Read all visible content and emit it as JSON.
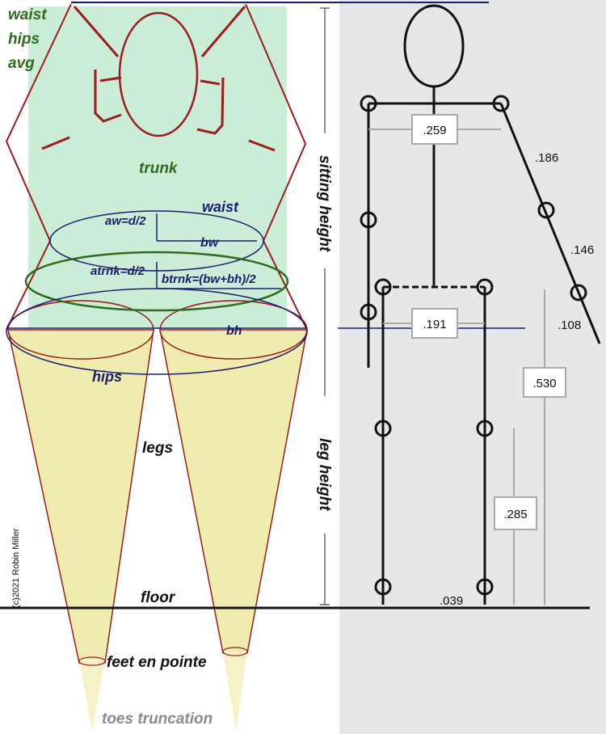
{
  "colors": {
    "trunk_fill": "#c8ecd6",
    "cone_fill": "#f0ecb0",
    "outline_red": "#9a1c1c",
    "navy": "#1c1c6e",
    "green_text": "#2e6b1f",
    "panel_gray": "#e6e7e8",
    "box_border": "#a9a9a9",
    "gray_text": "#8a8a8a"
  },
  "labels": {
    "legend": [
      "waist",
      "hips",
      "avg"
    ],
    "trunk": "trunk",
    "waist": "waist",
    "a_waist": "aw=d/2",
    "b_waist": "bw",
    "a_trunk": "atrnk=d/2",
    "b_trunk": "btrnk=(bw+bh)/2",
    "b_hips": "bh",
    "hips": "hips",
    "legs": "legs",
    "floor": "floor",
    "feet": "feet en pointe",
    "toes": "toes truncation",
    "sitting_height": "sitting height",
    "leg_height": "leg height",
    "copyright": "(c)2021 Robin Miller"
  },
  "measurements": {
    "shoulder_width": ".259",
    "upper_arm": ".186",
    "forearm": ".146",
    "hand": ".108",
    "hip_width": ".191",
    "leg_length": ".530",
    "lower_leg": ".285",
    "foot": ".039"
  },
  "icons": {
    "head": "head-ellipse-icon",
    "joint": "joint-circle-icon"
  }
}
